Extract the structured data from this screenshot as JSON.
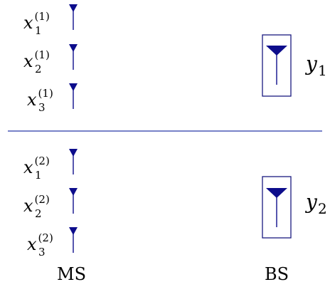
{
  "ms_label": "MS",
  "bs_label": "BS",
  "groups": [
    {
      "inputs": [
        {
          "base": "x",
          "sub": "1",
          "sup": "(1)"
        },
        {
          "base": "x",
          "sub": "2",
          "sup": "(1)"
        },
        {
          "base": "x",
          "sub": "3",
          "sup": "(1)"
        }
      ],
      "output": {
        "base": "y",
        "sub": "1"
      }
    },
    {
      "inputs": [
        {
          "base": "x",
          "sub": "1",
          "sup": "(2)"
        },
        {
          "base": "x",
          "sub": "2",
          "sup": "(2)"
        },
        {
          "base": "x",
          "sub": "3",
          "sup": "(2)"
        }
      ],
      "output": {
        "base": "y",
        "sub": "2"
      }
    }
  ],
  "colors": {
    "antenna": "#0d0d8c",
    "divider": "#4a59b5",
    "box": "#1a1a80",
    "text": "#000000"
  }
}
